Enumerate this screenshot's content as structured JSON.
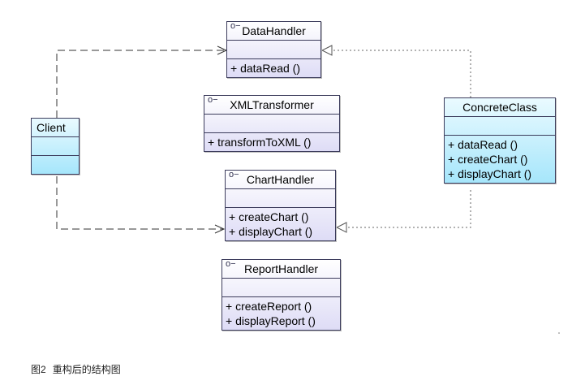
{
  "classes": {
    "data_handler": {
      "name": "DataHandler",
      "operations": [
        "+ dataRead ()"
      ]
    },
    "xml_transformer": {
      "name": "XMLTransformer",
      "operations": [
        "+ transformToXML ()"
      ]
    },
    "chart_handler": {
      "name": "ChartHandler",
      "operations": [
        "+ createChart ()",
        "+ displayChart ()"
      ]
    },
    "report_handler": {
      "name": "ReportHandler",
      "operations": [
        "+ createReport ()",
        "+ displayReport ()"
      ]
    },
    "client": {
      "name": "Client"
    },
    "concrete_class": {
      "name": "ConcreteClass",
      "operations": [
        "+ dataRead ()",
        "+ createChart ()",
        "+ displayChart ()"
      ]
    }
  },
  "interface_marker": "o−",
  "caption": {
    "figure": "图2",
    "title": "重构后的结构图"
  },
  "colors": {
    "interface_fill_top": "#ffffff",
    "interface_fill_bottom": "#dedcf6",
    "class_fill_top": "#eafaff",
    "class_fill_bottom": "#a6e6fb",
    "border": "#3c3c5c"
  }
}
